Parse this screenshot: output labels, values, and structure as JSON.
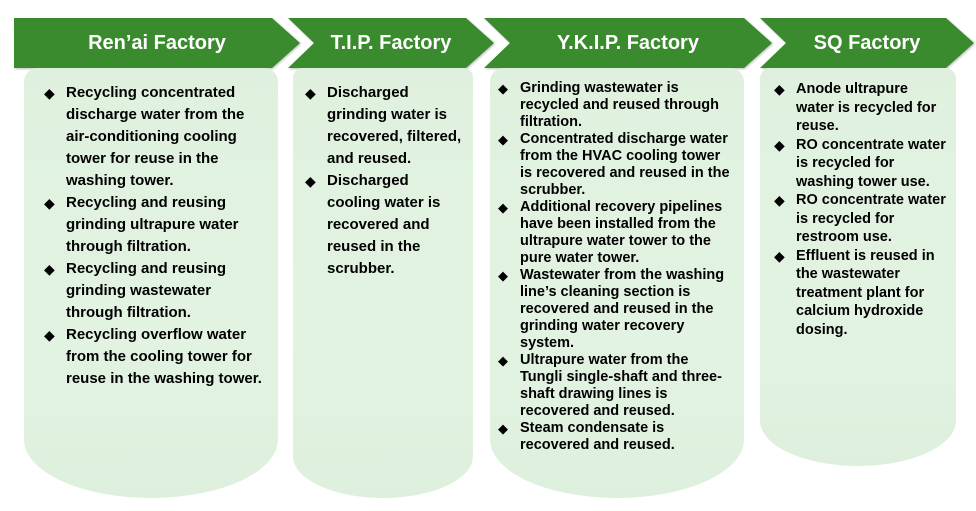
{
  "colors": {
    "header_green": "#3a8a2e",
    "panel_green": "#e0f2df",
    "text": "#000000"
  },
  "bullet_glyph": "◆",
  "factories": [
    {
      "title": "Ren’ai Factory",
      "items": [
        "Recycling concentrated discharge water from the air-conditioning cooling tower for reuse in the washing tower.",
        "Recycling and reusing grinding ultrapure water through filtration.",
        "Recycling and reusing grinding wastewater through filtration.",
        "Recycling overflow water from the cooling tower for reuse in the washing tower."
      ]
    },
    {
      "title": "T.I.P. Factory",
      "items": [
        "Discharged grinding water is recovered, filtered, and reused.",
        "Discharged cooling water is recovered and reused in the scrubber."
      ]
    },
    {
      "title": "Y.K.I.P. Factory",
      "items": [
        "Grinding wastewater is recycled and reused through filtration.",
        "Concentrated discharge water from the HVAC cooling tower is recovered and reused in the scrubber.",
        "Additional recovery pipelines have been installed from the ultrapure water tower to the pure water tower.",
        "Wastewater from the washing line’s cleaning section is recovered and reused in the grinding water recovery system.",
        "Ultrapure water from the Tungli single-shaft and three-shaft drawing lines is recovered and reused.",
        "Steam condensate is recovered and reused."
      ]
    },
    {
      "title": "SQ Factory",
      "items": [
        "Anode ultrapure water is recycled for reuse.",
        "RO concentrate water is recycled for washing tower use.",
        "RO concentrate water is recycled for restroom use.",
        "Effluent is reused in the wastewater treatment plant for calcium hydroxide dosing."
      ]
    }
  ]
}
